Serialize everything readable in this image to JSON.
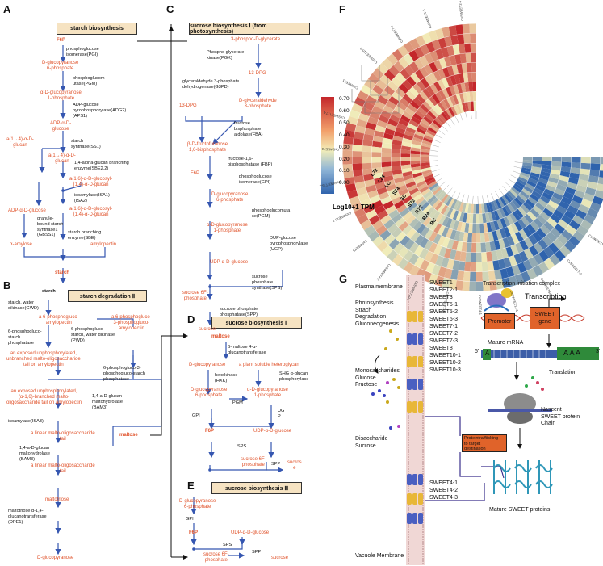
{
  "panels": {
    "A": "A",
    "B": "B",
    "C": "C",
    "D": "D",
    "E": "E",
    "F": "F",
    "G": "G"
  },
  "titles": {
    "A": "starch biosynthesis",
    "B": "starch degradation Ⅱ",
    "C": "sucrose biosynthesis Ⅰ (from photosynthesis)",
    "D": "sucrose biosynthesis Ⅱ",
    "E": "sucrose biosynthesis Ⅲ"
  },
  "panelA": {
    "f6p": "F6P",
    "pgi": [
      "phosphoglucose",
      "isomerase(PGI)"
    ],
    "g6p": [
      "D-glucopyranose",
      "6-phosphate"
    ],
    "pgm": [
      "phosphoglucom",
      "utase(PGM)"
    ],
    "g1p": [
      "α-D-glucopyranose",
      "1-phosphate"
    ],
    "adg2": [
      "ADP-glucose",
      "pyrophosphorylase(ADG2)",
      "(APS1)"
    ],
    "adpglc": [
      "ADP-α-D-",
      "glucose"
    ],
    "a14glucan_left": [
      "a(1→4)-α-D-",
      "glucan"
    ],
    "ss1": [
      "starch",
      "synthase(SS1)"
    ],
    "a14glucan_mid": [
      "a(1→4)-α-D-",
      "glucan"
    ],
    "sbe22": [
      "1,4-alpha-glucan branching",
      "enzyme(SBE2.2)"
    ],
    "a16_1": [
      "a(1,6)-α-D-glucosyl-",
      "(1,4)-α-D-glucan"
    ],
    "isa1": [
      "isoamylase(ISA1)",
      "(ISA2)"
    ],
    "a16_2": [
      "a(1,6)-α-D-glucosyl-",
      "(1,4)-α-D-glucan"
    ],
    "adpglc2": "ADP-α-D-glucose",
    "gbss1": [
      "granule-",
      "bound starch",
      "synthase1",
      "(GBSS1)"
    ],
    "sbe": [
      "starch branching",
      "enzyme(SBE)"
    ],
    "amylose": "α-amylose",
    "amylopectin": "amylopectin",
    "starch": "starch"
  },
  "panelB": {
    "starch": "starch",
    "gwd": [
      "starch, water",
      "dikinase(GWD)"
    ],
    "a6pp": [
      "a 6-phosphoglucо-",
      "amylopectin"
    ],
    "pwd_prod": [
      "a 6-phosphoglucо-",
      "3-phosphoglucо-",
      "amylopectin"
    ],
    "pwd": [
      "6-phosphogluco-",
      "starch, water dikinase",
      "(PWD)"
    ],
    "sp6": [
      "6-phosphogluco-",
      "starch",
      "phosphatase"
    ],
    "exposed1": [
      "an exposed unphosphorylated,",
      "unbranched malto-oligosaccharide",
      "tail on amylopectin"
    ],
    "sp3": [
      "6-phosphogluco-3-",
      "phosphogluco-starch",
      "phosphatase"
    ],
    "exposed2": [
      "an exposed unphosphorylated,",
      "(α-1,6)-branched malto-",
      "oligosaccharide tail on amylopectin"
    ],
    "bam3": [
      "1,4-a-D-glucan",
      "maltohydrolase",
      "(BAM3)"
    ],
    "isa3": "isoamylase(ISA3)",
    "linear1": [
      "a linear malto-oligosaccharide",
      "tail"
    ],
    "maltose": "maltose",
    "bam3b": [
      "1,4-a-D-glucan",
      "maltohydrolase",
      "(BAM3)"
    ],
    "linear2": [
      "a linear malto-oligosaccharide",
      "tail"
    ],
    "maltotriose": "maltotriose",
    "dpe1": [
      "maltotriose  α-1,4-",
      "glucanotransferase",
      "(DPE1)"
    ],
    "dglc": "D-glucopyranose"
  },
  "panelC": {
    "pga": "3-phospho-D-glycerate",
    "pgk": [
      "Phospho glycerate",
      "kinase(PGK)"
    ],
    "dpg1": "13-DPG",
    "g3pd": [
      "glyceraldehyde 3-phosphate",
      "dehydrogenase(G3PD)"
    ],
    "dpg2": "13-DPG",
    "gap": [
      "D-glyceraldehyde",
      "3-phosphate"
    ],
    "fba": [
      "fructose",
      "bisphosphate",
      "aldolase(FBA)"
    ],
    "fbp16": [
      "β-D-fructofuranose",
      "1,6-bisphosphate"
    ],
    "fbp": [
      "fructose-1,6-",
      "bisphosphatase (FBP)"
    ],
    "f6p": "F6P",
    "gpi": [
      "phosphoglucose",
      "isomerase(GPI)"
    ],
    "g6p": [
      "D-glucopyranose",
      "6-phosphate"
    ],
    "pgm": [
      "phosphoglucomuta",
      "se(PGM)"
    ],
    "g1p": [
      "α-D-glucopyranose",
      "1-phosphate"
    ],
    "ugp": [
      "DUP-glucose",
      "pyrophosphorylase",
      "(UGP)"
    ],
    "udpg": "UDP-α-D-glucose",
    "sps": [
      "sucrose",
      "phosphate",
      "synthase(SPS)"
    ],
    "s6p": [
      "sucrose 6F-",
      "phosphate"
    ],
    "spp": [
      "sucrose phosphate",
      "phosphatase(SPP)"
    ],
    "sucrose": "sucrose"
  },
  "panelD": {
    "maltose": "maltose",
    "bmalt": [
      "β-maltose 4-α-",
      "glucanotransferase"
    ],
    "dglc": "D-glucopyranose",
    "hetero": "a plant soluble heteroglycan",
    "hxk": [
      "hexokinase",
      "(HXK)"
    ],
    "shg": [
      "SHG α-glucan",
      "phosphorylase"
    ],
    "g6p": [
      "D-glucopyranose",
      "6-phosphate"
    ],
    "pgm": "PGM",
    "g1p": [
      "α-D-glucopyranose",
      "1-phosphate"
    ],
    "ugp": [
      "UG",
      "P"
    ],
    "gpi": "GPI",
    "f6p": "F6P",
    "udpg": "UDP-α-D-glucose",
    "sps": "SPS",
    "s6p": [
      "sucrose 6F-",
      "phosphate"
    ],
    "spp": "SPP",
    "sucrose": [
      "sucros",
      "e"
    ]
  },
  "panelE": {
    "g6p": [
      "D-glucopyranose",
      "6-phosphate"
    ],
    "gpi": "GPI",
    "f6p": "F6P",
    "udpg": "UDP-α-D-glucose",
    "sps": "SPS",
    "s6p": [
      "sucrose 6F-",
      "phosphate"
    ],
    "spp": "SPP",
    "sucrose": "sucrose"
  },
  "panelF": {
    "legend_title": "Log10+1 TPM",
    "ticks": [
      "0.70",
      "0.60",
      "0.50",
      "0.40",
      "0.30",
      "0.20",
      "0.10",
      "0.00"
    ],
    "samples": [
      "RC",
      "R24",
      "R72",
      "S72",
      "SC",
      "S24",
      "LC",
      "L24",
      "L72"
    ],
    "colors": {
      "high": "#c4272b",
      "mid": "#f3eeb9",
      "low": "#2f63ad"
    },
    "gene_labels": [
      "CsSWEET2-1",
      "CsSWEET5-3",
      "CsSWEET7-1",
      "CsSWEET10-2",
      "CsSWEET1",
      "CsSWEET17-1",
      "CsSWEET3",
      "CsSWEET16-2",
      "CsSWEET5-1",
      "CsSWEET8",
      "CsSWEET4-2",
      "CsSWEET10-1",
      "CsSWEET7-3",
      "CsSWEET4-1",
      "CsSWEET12-1",
      "CsSWEET5-2",
      "CsSWEET7-2",
      "CsSWEET10-3",
      "CsSWEET4-3",
      "CsSWEET14-2"
    ]
  },
  "panelG": {
    "plasma": "Plasma membrane",
    "vacuole": "Vacuole Membrane",
    "processes": [
      "Photosynthesis",
      "Strach",
      "Degradation",
      "Gluconeogenesis"
    ],
    "mono": [
      "Monosaccharides",
      "Glucose",
      "Fructose"
    ],
    "di": [
      "Disaccharide",
      "Sucrose"
    ],
    "sweets_pm": [
      "SWEET1",
      "SWEET2-1",
      "SWEET3",
      "SWEET5-1",
      "SWEET5-2",
      "SWEET5-3",
      "SWEET7-1",
      "SWEET7-2",
      "SWEET7-3",
      "SWEET8",
      "SWEET10-1",
      "SWEET10-2",
      "SWEET10-3"
    ],
    "sweets_vm": [
      "SWEET4-1",
      "SWEET4-2",
      "SWEET4-3"
    ],
    "tic": "Transcription initiation complex",
    "transcription": "Transcription",
    "promoter": "Promoter",
    "gene": [
      "SWEET",
      "gene"
    ],
    "mrna": "Mature mRNA",
    "five": "5'",
    "three": "3'",
    "aaa": "A  A  A",
    "a_left": "A",
    "translation": "Translation",
    "trafficking": [
      "Proteintraffiicking",
      "to target",
      "destination"
    ],
    "nascent": [
      "Nascent",
      "SWEET protein",
      "Chain"
    ],
    "mature": "Mature SWEET proteins"
  }
}
